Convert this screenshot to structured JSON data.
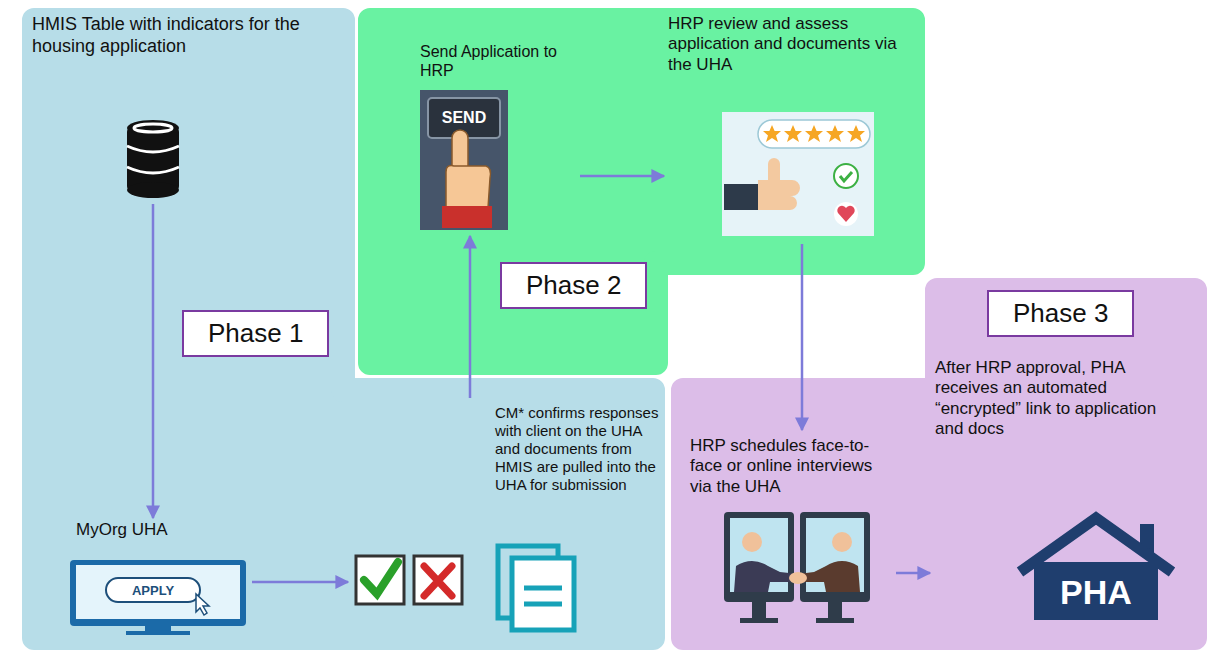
{
  "diagram": {
    "nodes": [
      {
        "text": [
          "Phase 1"
        ]
      },
      {
        "text": [
          "HMIS Table with indicators for the housing application"
        ],
        "in": 0
      },
      {
        "text": [
          "MyOrg UHA"
        ],
        "in": 0
      },
      {
        "text": [
          "CM* confirms responses with client on the UHA and documents from HMIS are pulled into the UHA for submission"
        ],
        "in": 0
      },
      {
        "text": [
          "Phase 2"
        ]
      },
      {
        "text": [
          "Send Application to HRP"
        ],
        "in": 4
      },
      {
        "text": [
          "HRP review and assess application and documents via the UHA"
        ],
        "in": 4
      },
      {
        "text": [
          "Phase 3"
        ]
      },
      {
        "text": [
          "HRP schedules face-to-face or online interviews via the UHA"
        ],
        "in": 7
      },
      {
        "text": [
          "After HRP approval, PHA receives an automated “encrypted” link to application and docs"
        ],
        "in": 7
      }
    ],
    "edges": [
      {
        "from": 1,
        "to": 2,
        "arrow": "to"
      },
      {
        "from": 2,
        "to": 3,
        "arrow": "to"
      },
      {
        "from": 3,
        "to": 5,
        "arrow": "to"
      },
      {
        "from": 5,
        "to": 6,
        "arrow": "to"
      },
      {
        "from": 6,
        "to": 8,
        "arrow": "to"
      },
      {
        "from": 8,
        "to": 9,
        "arrow": "to"
      }
    ],
    "labels": [
      "SEND",
      "APPLY",
      "PHA"
    ]
  }
}
